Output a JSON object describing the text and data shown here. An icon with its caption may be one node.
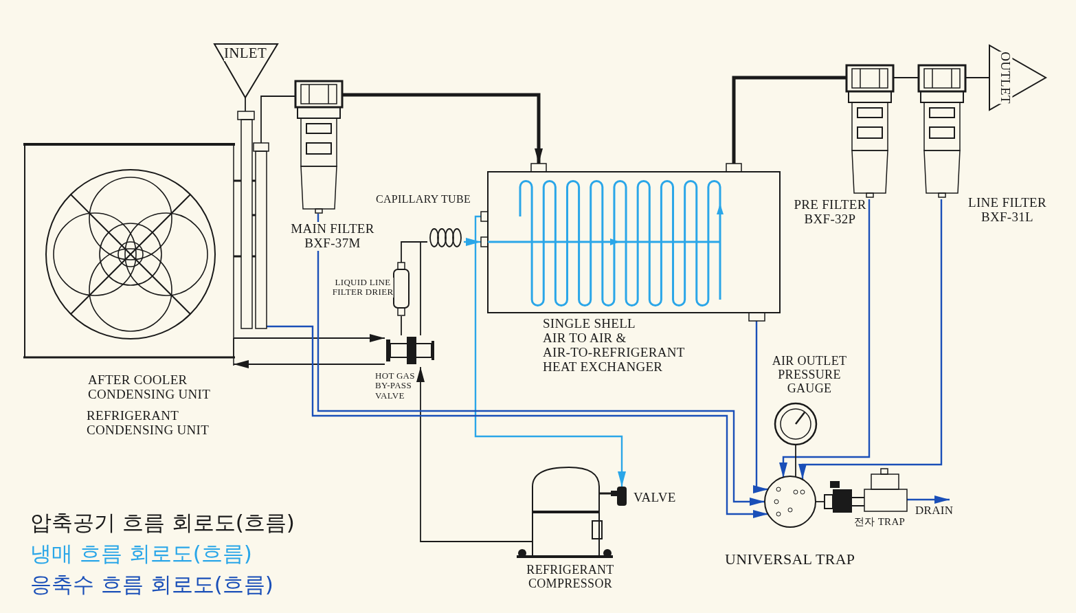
{
  "diagram": {
    "nodes": [
      {
        "text": [
          "INLET"
        ]
      },
      {
        "text": [
          "MAIN FILTER BXF-37M"
        ]
      },
      {
        "text": [
          "AFTER COOLER CONDENSING UNIT",
          "REFRIGERANT CONDENSING UNIT"
        ]
      },
      {
        "text": [
          "SINGLE SHELL AIR TO AIR & AIR-TO-REFRIGERANT HEAT EXCHANGER"
        ]
      },
      {
        "text": [
          "CAPILLARY TUBE"
        ]
      },
      {
        "text": [
          "LIQUID LINE FILTER DRIER"
        ]
      },
      {
        "text": [
          "HOT GAS BY-PASS VALVE"
        ]
      },
      {
        "text": [
          "PRE FILTER BXF-32P"
        ]
      },
      {
        "text": [
          "LINE FILTER BXF-31L"
        ]
      },
      {
        "text": [
          "OUTLET"
        ]
      },
      {
        "text": [
          "REFRIGERANT COMPRESSOR"
        ]
      },
      {
        "text": [
          "VALVE"
        ]
      },
      {
        "text": [
          "AIR OUTLET PRESSURE GAUGE"
        ]
      },
      {
        "text": [
          "UNIVERSAL TRAP"
        ]
      },
      {
        "text": [
          "전자 TRAP"
        ]
      },
      {
        "text": [
          "DRAIN"
        ]
      }
    ],
    "edges": [
      {
        "from": 0,
        "to": 2,
        "arrow": "none"
      },
      {
        "from": 2,
        "to": 1,
        "arrow": "none"
      },
      {
        "from": 1,
        "to": 3,
        "arrow": "to",
        "style": "thick"
      },
      {
        "from": 3,
        "to": 7,
        "arrow": "none",
        "style": "thick"
      },
      {
        "from": 7,
        "to": 8,
        "arrow": "none"
      },
      {
        "from": 8,
        "to": 9,
        "arrow": "none"
      },
      {
        "from": 2,
        "to": 6,
        "arrow": "to"
      },
      {
        "from": 6,
        "to": 2,
        "arrow": "to"
      },
      {
        "from": 6,
        "to": 5,
        "arrow": "none"
      },
      {
        "from": 5,
        "to": 4,
        "arrow": "none"
      },
      {
        "from": 6,
        "to": 4,
        "arrow": "none"
      },
      {
        "from": 4,
        "to": 3,
        "arrow": "to",
        "color": "#2aa6e8"
      },
      {
        "from": 3,
        "to": 11,
        "arrow": "to",
        "color": "#2aa6e8"
      },
      {
        "from": 10,
        "to": 6,
        "arrow": "to"
      },
      {
        "from": 1,
        "to": 13,
        "arrow": "to",
        "color": "#1a4fb8"
      },
      {
        "from": 2,
        "to": 13,
        "arrow": "to",
        "color": "#1a4fb8"
      },
      {
        "from": 3,
        "to": 13,
        "arrow": "to",
        "color": "#1a4fb8"
      },
      {
        "from": 7,
        "to": 13,
        "arrow": "to",
        "color": "#1a4fb8"
      },
      {
        "from": 8,
        "to": 13,
        "arrow": "to",
        "color": "#1a4fb8"
      },
      {
        "from": 12,
        "to": 13,
        "arrow": "none"
      },
      {
        "from": 13,
        "to": 14,
        "arrow": "none"
      },
      {
        "from": 14,
        "to": 15,
        "arrow": "to",
        "color": "#1a4fb8"
      }
    ],
    "legend": [
      {
        "text": "압축공기 흐름 회로도(흐름)",
        "color": "#1a1a1a"
      },
      {
        "text": "냉매 흐름 회로도(흐름)",
        "color": "#2aa6e8"
      },
      {
        "text": "응축수 흐름 회로도(흐름)",
        "color": "#1a4fb8"
      }
    ]
  }
}
